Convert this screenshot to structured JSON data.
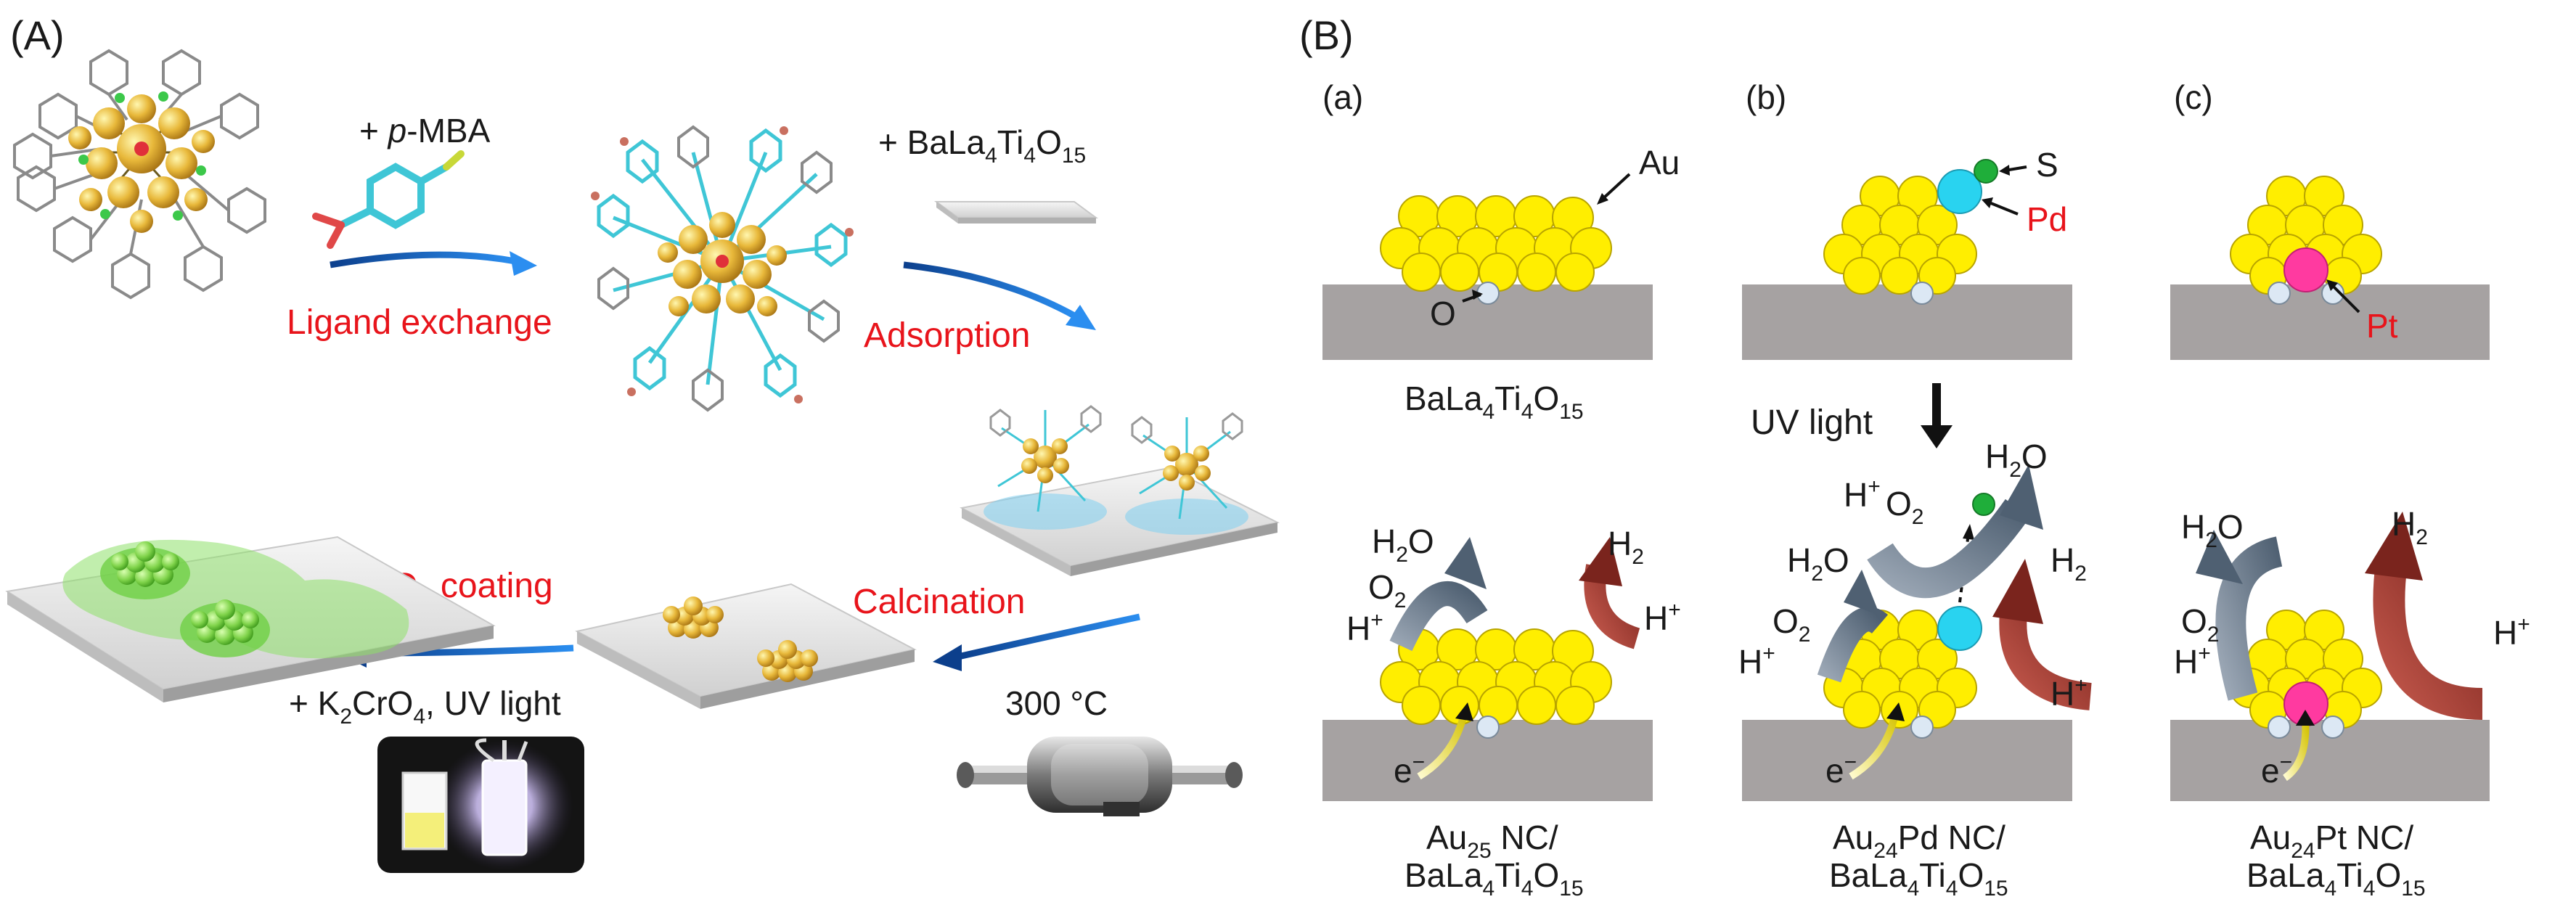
{
  "panel_a": {
    "label": "(A)",
    "reagent_pmba": {
      "prefix": "+ ",
      "italic": "p",
      "rest": "-MBA"
    },
    "step_ligand_exchange": "Ligand exchange",
    "reagent_support": {
      "prefix": "+ BaLa",
      "s1": "4",
      "mid1": "Ti",
      "s2": "4",
      "mid2": "O",
      "s3": "15"
    },
    "step_adsorption": "Adsorption",
    "step_calcination": "Calcination",
    "temperature": "300 °C",
    "step_coating": {
      "a": "Cr",
      "s1": "2",
      "b": "O",
      "s2": "3",
      "c": " coating"
    },
    "reagent_chromate": {
      "a": "+ K",
      "s1": "2",
      "b": "CrO",
      "s2": "4",
      "c": ", UV light"
    }
  },
  "panel_b": {
    "label": "(B)",
    "sub_a": "(a)",
    "sub_b": "(b)",
    "sub_c": "(c)",
    "label_au": "Au",
    "label_o": "O",
    "label_s": "S",
    "label_pd": "Pd",
    "label_pt": "Pt",
    "support_a": {
      "a": "BaLa",
      "s1": "4",
      "b": "Ti",
      "s2": "4",
      "c": "O",
      "s3": "15"
    },
    "uv_light": "UV light",
    "h2o": {
      "a": "H",
      "s": "2",
      "b": "O"
    },
    "h2": {
      "a": "H",
      "s": "2"
    },
    "o2": {
      "a": "O",
      "s": "2"
    },
    "hplus": {
      "a": "H",
      "sup": "+"
    },
    "electron": {
      "a": "e",
      "sup": "−"
    },
    "cap_a": {
      "l1a": "Au",
      "l1s": "25",
      "l1b": " NC/",
      "l2a": "BaLa",
      "l2s1": "4",
      "l2b": "Ti",
      "l2s2": "4",
      "l2c": "O",
      "l2s3": "15"
    },
    "cap_b": {
      "l1a": "Au",
      "l1s": "24",
      "l1b": "Pd NC/",
      "l2a": "BaLa",
      "l2s1": "4",
      "l2b": "Ti",
      "l2s2": "4",
      "l2c": "O",
      "l2s3": "15"
    },
    "cap_c": {
      "l1a": "Au",
      "l1s": "24",
      "l1b": "Pt NC/",
      "l2a": "BaLa",
      "l2s1": "4",
      "l2b": "Ti",
      "l2s2": "4",
      "l2c": "O",
      "l2s3": "15"
    }
  },
  "colors": {
    "gold": "#ffee00",
    "substrate": "#a6a2a2",
    "pd": "#29d3f0",
    "pt": "#ff3aa0",
    "sulfur": "#1fae3a",
    "arrow_blue": "#1f6fd1",
    "arrow_grey": "#6a7a8a",
    "arrow_red": "#8a2e26",
    "text_red": "#e8141b"
  }
}
